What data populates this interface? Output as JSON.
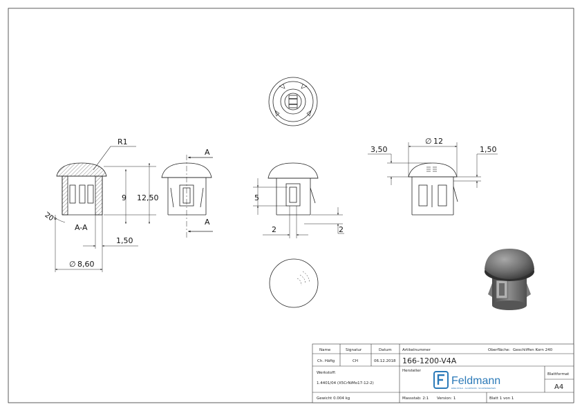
{
  "dimensions": {
    "radius": "R1",
    "section_marker": "A",
    "section_label": "A-A",
    "angle": "20°",
    "height_inner": "9",
    "height_total": "12,50",
    "wall_offset": "1,50",
    "diameter_small": "8,60",
    "diameter_large": "12",
    "cap_height": "3,50",
    "rim_offset": "1,50",
    "clip_height": "5",
    "clip_width": "2",
    "clip_depth": "2",
    "diameter_symbol": "∅"
  },
  "title_block": {
    "name_header": "Name",
    "signature_header": "Signatur",
    "date_header": "Datum",
    "name_value": "Ch. Häfig",
    "signature_value": "CH",
    "date_value": "06.12.2018",
    "article_label": "Artikelnummer",
    "article_number": "166-1200-V4A",
    "surface_label": "Oberfläche:",
    "surface_value": "Geschliffen Korn 240",
    "material_label": "Werkstoff:",
    "material_value": "1.4401/04 (X5CrNiMo17-12-2)",
    "manufacturer_label": "Hersteller",
    "brand_name": "Feldmann",
    "brand_tagline": "EDELSTAHL · ALUMINIUM · SCHMIEDEEISEN",
    "sheet_format_label": "Blattformat",
    "sheet_format_value": "A4",
    "weight": "Gewicht 0.004 kg",
    "scale": "Massstab: 2:1",
    "version": "Version: 1",
    "sheet_count": "Blatt 1 von 1"
  },
  "colors": {
    "line": "#222222",
    "hatch": "#555555",
    "brand": "#2a79b8",
    "render_dark": "#4a4a4a",
    "render_light": "#9a9a9a"
  }
}
